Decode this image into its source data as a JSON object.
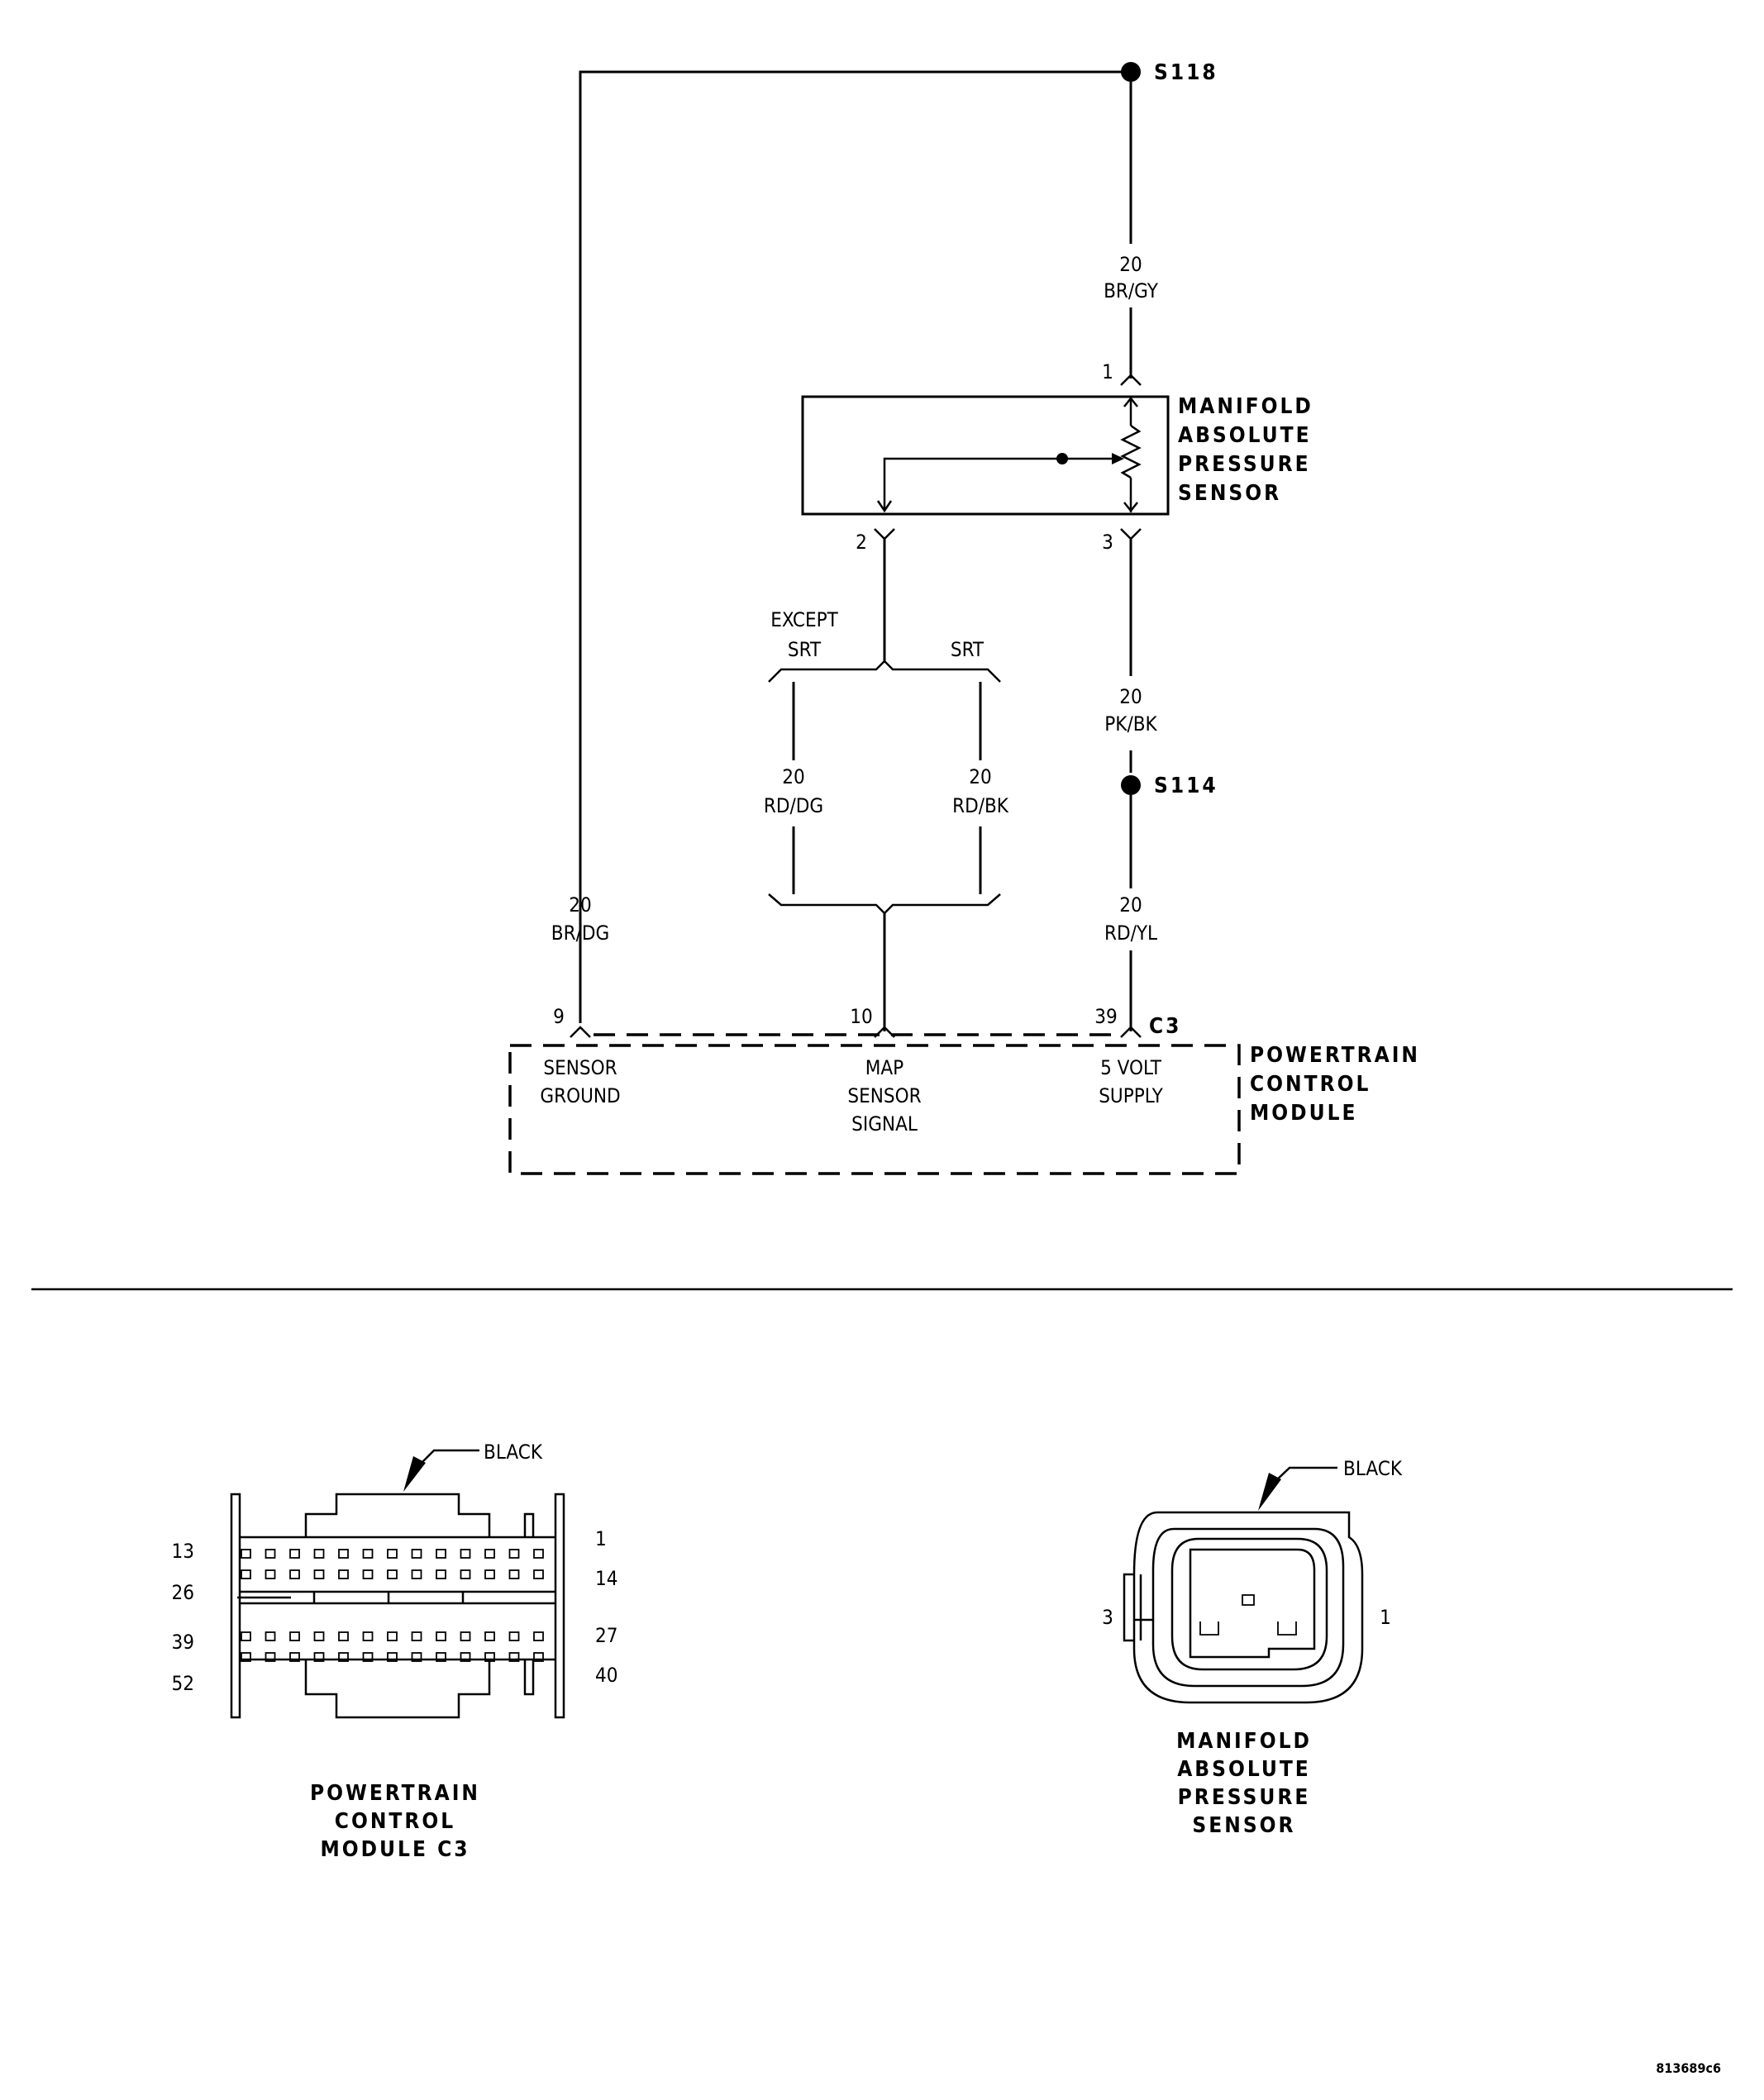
{
  "splices": {
    "s118": "S118",
    "s114": "S114"
  },
  "wires": {
    "top_gauge": "20",
    "top_color": "BR/GY",
    "pin3_gauge": "20",
    "pin3_color": "PK/BK",
    "supply_gauge": "20",
    "supply_color": "RD/YL",
    "ground_gauge": "20",
    "ground_color": "BR/DG",
    "except_gauge": "20",
    "except_color": "RD/DG",
    "srt_gauge": "20",
    "srt_color": "RD/BK"
  },
  "branches": {
    "except_line1": "EXCEPT",
    "except_line2": "SRT",
    "srt": "SRT"
  },
  "map_sensor": {
    "title_lines": [
      "MANIFOLD",
      "ABSOLUTE",
      "PRESSURE",
      "SENSOR"
    ],
    "pin1": "1",
    "pin2": "2",
    "pin3": "3"
  },
  "pcm": {
    "title_lines": [
      "POWERTRAIN",
      "CONTROL",
      "MODULE"
    ],
    "connector": "C3",
    "pin_ground": "9",
    "pin_signal": "10",
    "pin_supply": "39",
    "ground_lines": [
      "SENSOR",
      "GROUND"
    ],
    "signal_lines": [
      "MAP",
      "SENSOR",
      "SIGNAL"
    ],
    "supply_lines": [
      "5 VOLT",
      "SUPPLY"
    ]
  },
  "pcm_connector_view": {
    "color": "BLACK",
    "pin_labels": {
      "p13": "13",
      "p26": "26",
      "p39": "39",
      "p52": "52",
      "p1": "1",
      "p14": "14",
      "p27": "27",
      "p40": "40"
    },
    "title_lines": [
      "POWERTRAIN",
      "CONTROL",
      "MODULE C3"
    ]
  },
  "map_connector_view": {
    "color": "BLACK",
    "pin_left": "3",
    "pin_right": "1",
    "title_lines": [
      "MANIFOLD",
      "ABSOLUTE",
      "PRESSURE",
      "SENSOR"
    ]
  },
  "figure_id": "813689c6"
}
